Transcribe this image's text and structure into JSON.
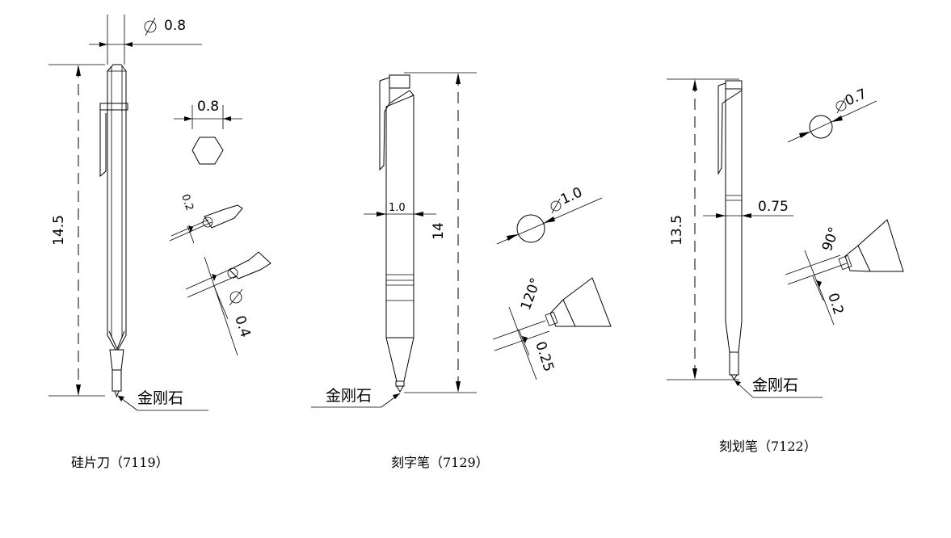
{
  "tools": [
    {
      "caption": "硅片刀（7119）",
      "length": "14.5",
      "tip_label": "金刚石",
      "tip_diameter": "0.8",
      "hex_width": "0.8",
      "tip_dim_a": "0.2",
      "tip_dim_b": "0.4"
    },
    {
      "caption": "刻字笔（7129）",
      "length": "14",
      "tip_label": "金刚石",
      "body_width": "1.0",
      "circle_diameter": "1.0",
      "tip_angle": "120°",
      "tip_dim": "0.25"
    },
    {
      "caption": "刻划笔（7122）",
      "length": "13.5",
      "tip_label": "金刚石",
      "body_width": "0.75",
      "circle_diameter": "0.7",
      "tip_angle": "90°",
      "tip_dim": "0.2"
    }
  ]
}
